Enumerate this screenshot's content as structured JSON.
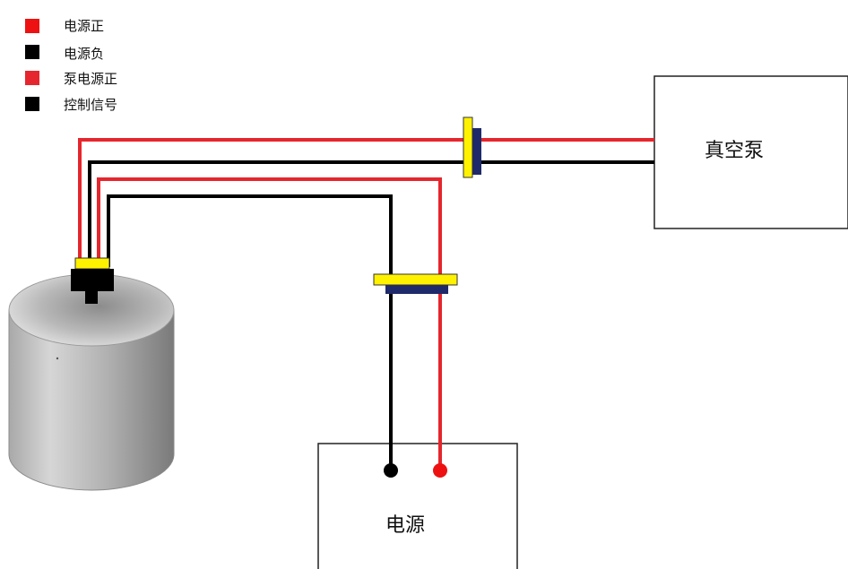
{
  "legend": [
    {
      "label": "电源正",
      "color": "#ee1111"
    },
    {
      "label": "电源负",
      "color": "#000000"
    },
    {
      "label": "泵电源正",
      "color": "#e5262e"
    },
    {
      "label": "控制信号",
      "color": "#000000"
    }
  ],
  "boxes": {
    "pump": {
      "label": "真空泵"
    },
    "power": {
      "label": "电源"
    }
  },
  "colors": {
    "positive_wire": "#e5262e",
    "negative_wire": "#000000",
    "connector_yellow": "#fff200",
    "connector_navy": "#1f2a6b",
    "tank_gray": "#bfbfbf"
  },
  "icons": {
    "tank": "cylinder-tank-icon",
    "terminal_negative": "black-terminal-dot",
    "terminal_positive": "red-terminal-dot"
  }
}
